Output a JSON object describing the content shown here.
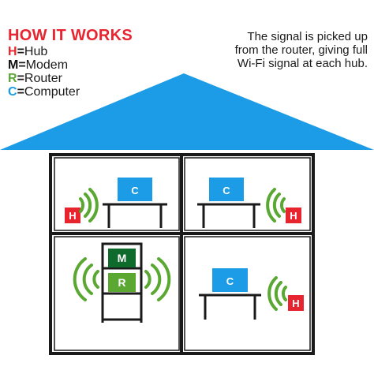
{
  "legend": {
    "title": "HOW IT WORKS",
    "items": [
      {
        "letter": "H",
        "name": "Hub",
        "color": "#e8252e"
      },
      {
        "letter": "M",
        "name": "Modem",
        "color": "#111111"
      },
      {
        "letter": "R",
        "name": "Router",
        "color": "#5aa832"
      },
      {
        "letter": "C",
        "name": "Computer",
        "color": "#1c9be6"
      }
    ]
  },
  "caption": "The signal is picked up from the router, giving full Wi-Fi signal at each hub.",
  "devices": {
    "hub_label": "H",
    "modem_label": "M",
    "router_label": "R",
    "computer_label": "C"
  },
  "colors": {
    "roof": "#1c9be6",
    "walls": "#1a1a1a",
    "hub": "#e8252e",
    "computer": "#1c9be6",
    "wifi": "#5aa832",
    "router_box": "#5aa832",
    "modem_box": "#0f6b2b"
  }
}
